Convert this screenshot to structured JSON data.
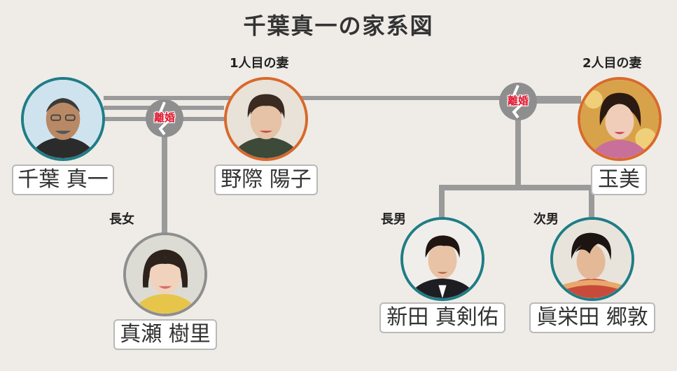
{
  "title": "千葉真一の家系図",
  "people": {
    "chiba": {
      "name": "千葉 真一"
    },
    "noiwa": {
      "name": "野際 陽子",
      "relation": "1人目の妻"
    },
    "tamami": {
      "name": "玉美",
      "relation": "2人目の妻"
    },
    "mase": {
      "name": "真瀬 樹里",
      "relation": "長女"
    },
    "arata": {
      "name": "新田 真剣佑",
      "relation": "長男"
    },
    "maeda": {
      "name": "眞栄田 郷敦",
      "relation": "次男"
    }
  },
  "divorce_label": "離婚",
  "colors": {
    "teal_ring": "#1f7d86",
    "orange_ring": "#d9692a",
    "gray_ring": "#8e8e8e",
    "line": "#9a9a9a",
    "divorce_text": "#e0142c",
    "background": "#efece7"
  }
}
